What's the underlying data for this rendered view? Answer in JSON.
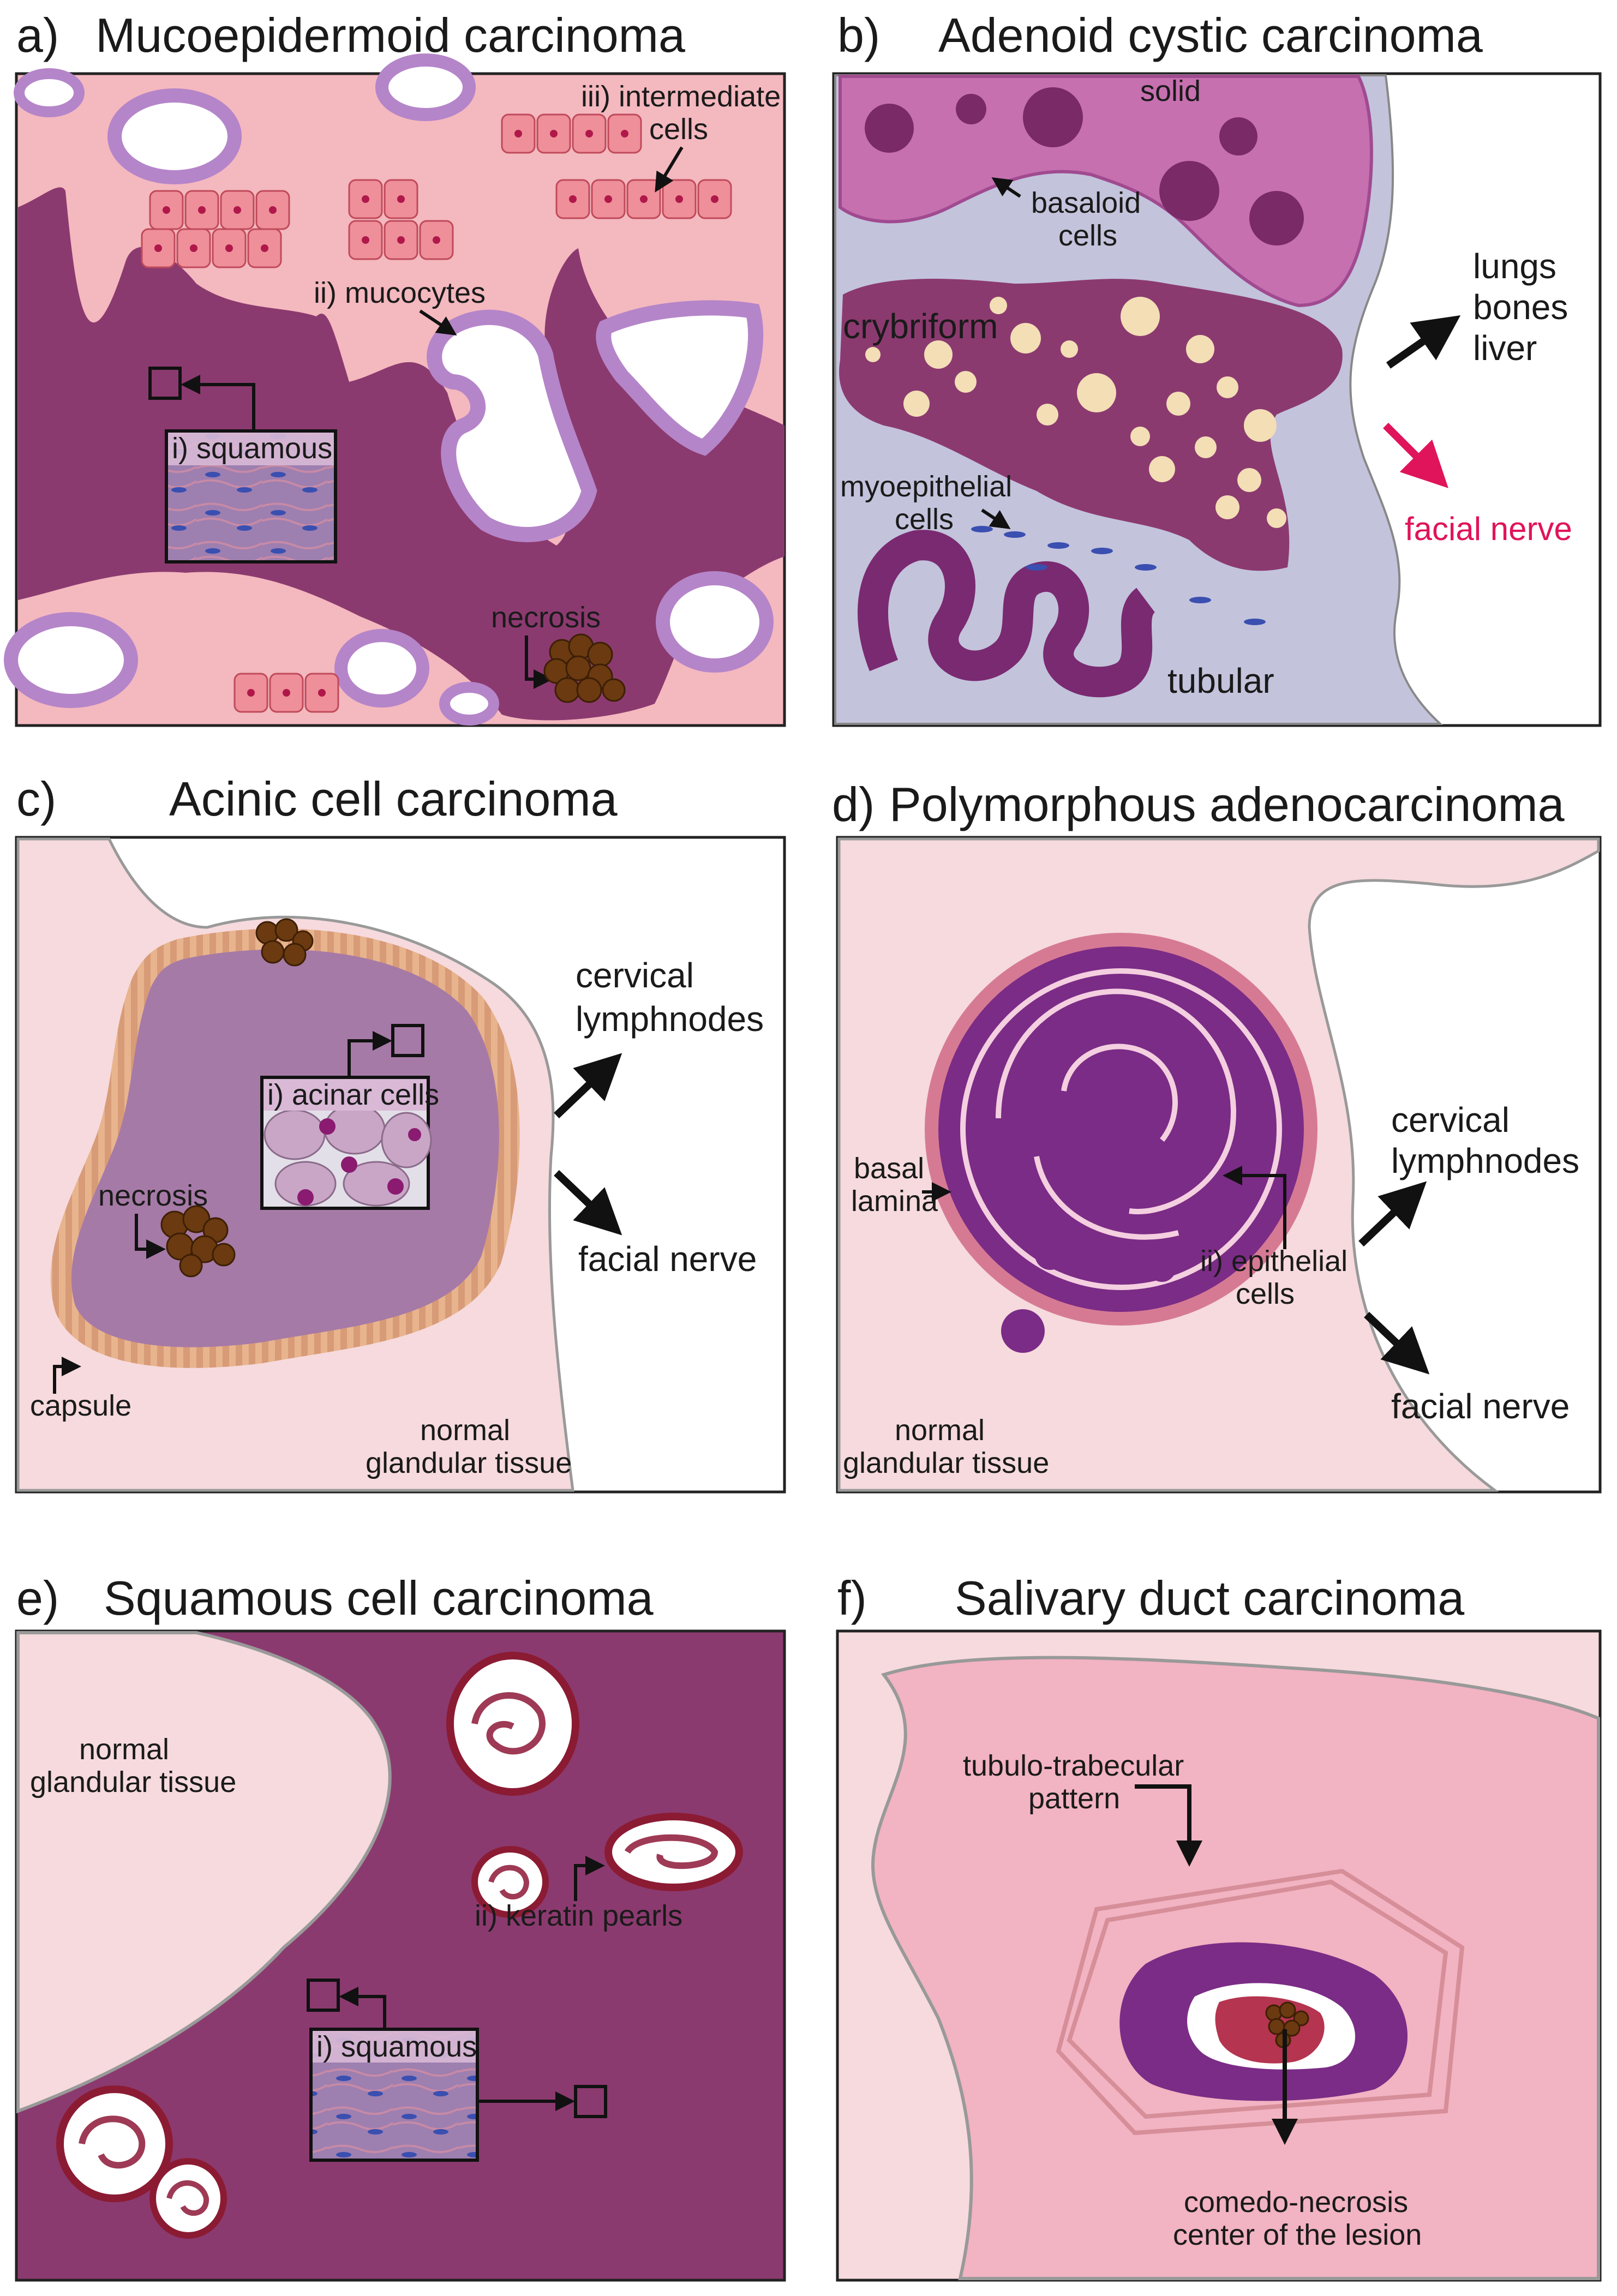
{
  "panels": {
    "a": {
      "letter": "a)",
      "title": "Mucoepidermoid carcinoma",
      "labels": {
        "intermediate": [
          "iii) intermediate",
          "cells"
        ],
        "mucocytes": "ii) mucocytes",
        "squamous": "i) squamous",
        "necrosis": "necrosis"
      }
    },
    "b": {
      "letter": "b)",
      "title": "Adenoid cystic carcinoma",
      "labels": {
        "solid": "solid",
        "basaloid": [
          "basaloid",
          "cells"
        ],
        "cribriform": "crybriform",
        "myoepithelial": [
          "myoepithelial",
          "cells"
        ],
        "tubular": "tubular",
        "metastasis": [
          "lungs",
          "bones",
          "liver"
        ],
        "facial_nerve": "facial nerve"
      }
    },
    "c": {
      "letter": "c)",
      "title": "Acinic cell carcinoma",
      "labels": {
        "acinar": "i) acinar cells",
        "necrosis": "necrosis",
        "capsule": "capsule",
        "lymph": [
          "cervical",
          "lymphnodes"
        ],
        "facial_nerve": "facial nerve",
        "normal": [
          "normal",
          "glandular tissue"
        ]
      }
    },
    "d": {
      "letter": "d)",
      "title": "Polymorphous adenocarcinoma",
      "labels": {
        "basal": [
          "basal",
          "lamina"
        ],
        "epithelial": [
          "ii) epithelial",
          "cells"
        ],
        "lymph": [
          "cervical",
          "lymphnodes"
        ],
        "facial_nerve": "facial nerve",
        "normal": [
          "normal",
          "glandular tissue"
        ]
      }
    },
    "e": {
      "letter": "e)",
      "title": "Squamous cell carcinoma",
      "labels": {
        "normal": [
          "normal",
          "glandular tissue"
        ],
        "keratin": "ii) keratin pearls",
        "squamous": "i) squamous"
      }
    },
    "f": {
      "letter": "f)",
      "title": "Salivary duct carcinoma",
      "labels": {
        "tubulo": [
          "tubulo-trabecular",
          "pattern"
        ],
        "comedo": [
          "comedo-necrosis",
          "center of the lesion"
        ]
      }
    }
  },
  "colors": {
    "tumor_dark": "#8b3a6f",
    "stroma_pink": "#f4b8bf",
    "lavender_bg": "#c3c3dc",
    "cell_purple": "#8a4098",
    "cell_pink": "#ee8f9a",
    "necrosis_brown": "#6b3a10",
    "cream": "#f3deb6",
    "red_accent": "#e0145a",
    "normal_tissue": "#f6dadd",
    "sdc_bg": "#f2b3c2"
  }
}
